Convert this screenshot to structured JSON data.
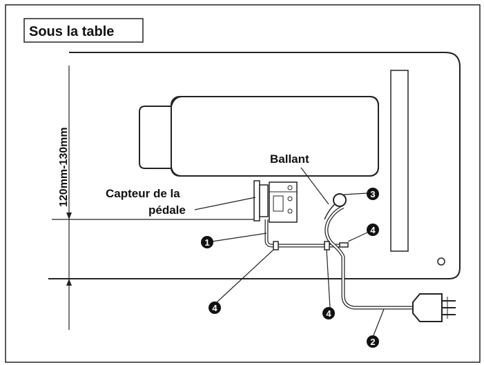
{
  "title": "Sous la table",
  "dimension": "120mm-130mm",
  "labels": {
    "sensor_line1": "Capteur de la",
    "sensor_line2": "pédale",
    "ballant": "Ballant"
  },
  "callouts": {
    "c1": "1",
    "c2": "2",
    "c3": "3",
    "c4a": "4",
    "c4b": "4",
    "c4c": "4"
  }
}
